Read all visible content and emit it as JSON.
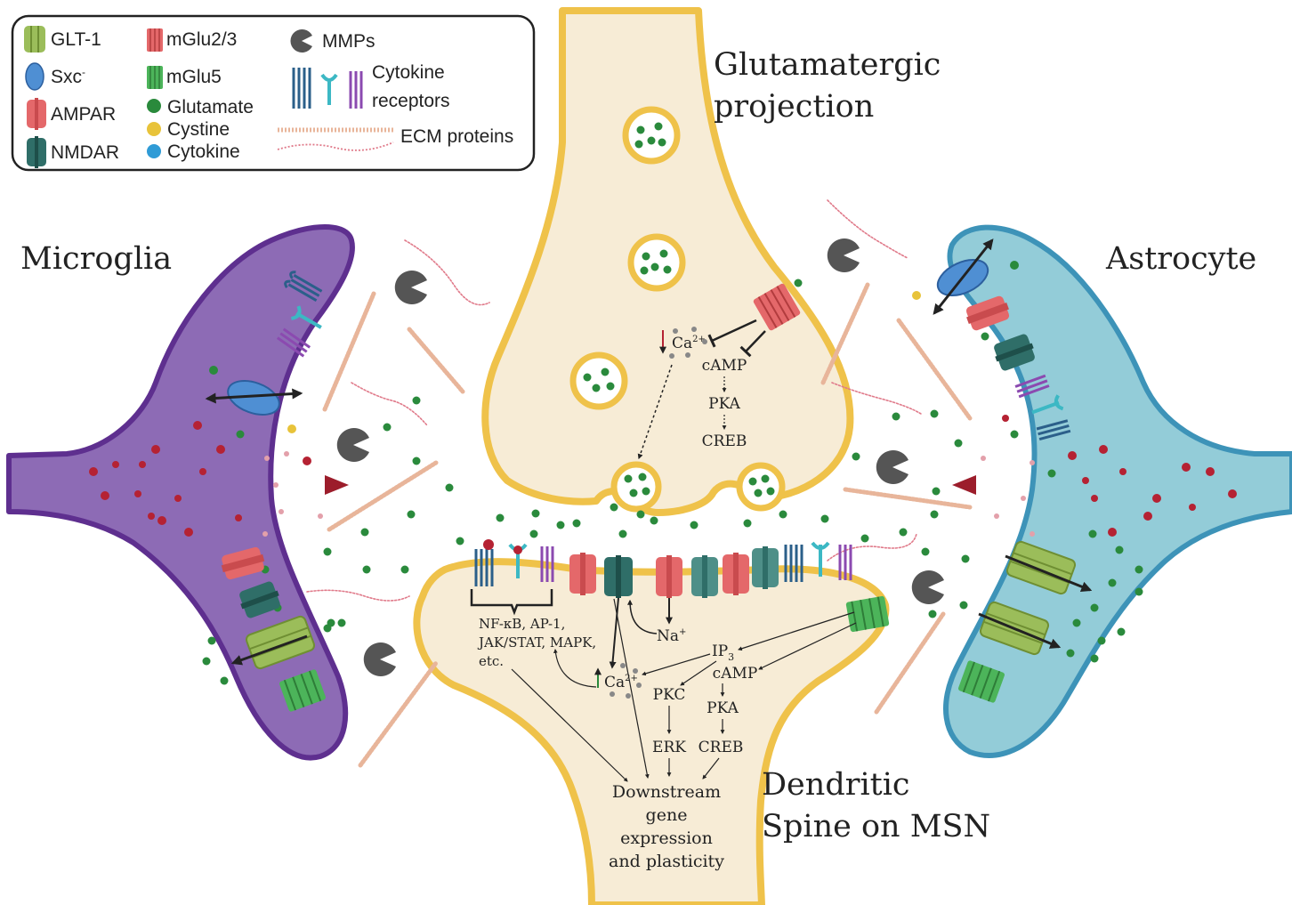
{
  "legend": {
    "items": {
      "glt1": "GLT-1",
      "sxc": "Sxc",
      "sxc_sup": "-",
      "ampar": "AMPAR",
      "nmdar": "NMDAR",
      "mglu23": "mGlu2/3",
      "mglu5": "mGlu5",
      "glutamate": "Glutamate",
      "cystine": "Cystine",
      "cytokine": "Cytokine",
      "mmps": "MMPs",
      "cytokine_receptors_1": "Cytokine",
      "cytokine_receptors_2": "receptors",
      "ecm": "ECM proteins"
    }
  },
  "labels": {
    "glut_projection_1": "Glutamatergic",
    "glut_projection_2": "projection",
    "microglia": "Microglia",
    "astrocyte": "Astrocyte",
    "dendritic_1": "Dendritic",
    "dendritic_2": "Spine on MSN"
  },
  "pre_pathway": {
    "ca": "Ca",
    "ca_sup": "2+",
    "camp": "cAMP",
    "pka": "PKA",
    "creb": "CREB"
  },
  "post_pathway": {
    "nfkb": "NF-κB, AP-1,",
    "jak": "JAK/STAT, MAPK,",
    "etc": "etc.",
    "na": "Na",
    "na_sup": "+",
    "ip3": "IP",
    "ip3_sub": "3",
    "ca": "Ca",
    "ca_sup": "2+",
    "camp": "cAMP",
    "pkc": "PKC",
    "pka": "PKA",
    "erk": "ERK",
    "creb": "CREB",
    "downstream_1": "Downstream",
    "downstream_2": "gene",
    "downstream_3": "expression",
    "downstream_4": "and plasticity"
  },
  "colors": {
    "microglia": "#8d6bb5",
    "microglia_border": "#5e2f8f",
    "astrocyte": "#93ccd8",
    "astrocyte_border": "#3d93b8",
    "neuron_fill": "#f7ecd6",
    "neuron_border": "#efc24a",
    "glutamate": "#2a8a3c",
    "cystine": "#e8c33a",
    "cytokine": "#2f9bd6",
    "ampar": "#e4686a",
    "nmdar": "#2f6e68",
    "glt1": "#9bbd5a",
    "sxc": "#4f8fd3",
    "mglu5": "#4cb45a",
    "mglu23": "#d85a5a",
    "mmp": "#555555",
    "red_particle": "#b52233"
  }
}
